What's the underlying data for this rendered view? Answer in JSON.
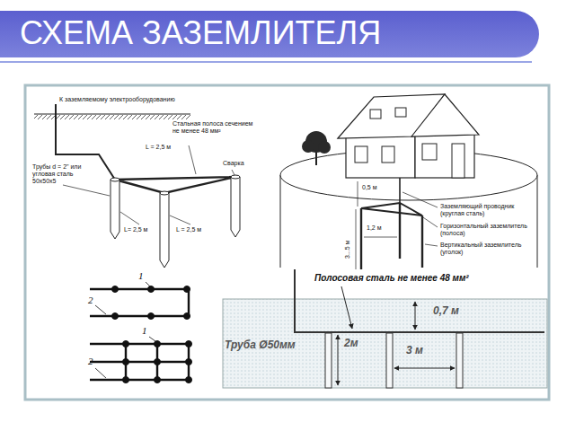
{
  "diagram": {
    "title": "СХЕМА ЗАЗЕМЛИТЕЛЯ",
    "labels": [
      "К заземляемому электрооборудованию",
      "Стальная полоса сечением не менее 48 мм²",
      "L = 2,5 м",
      "Сварка",
      "Трубы d = 2\" или угловая сталь 50х50х5",
      "L= 2,5 м",
      "L = 2,5 м",
      "0,5 м",
      "3...5 м",
      "1,2 м",
      "Заземляющий проводник (круглая сталь)",
      "Горизонтальный заземлитель (полоса)",
      "Вертикальный заземлитель (уголок)",
      "1",
      "2",
      "1",
      "2",
      "Полосовая сталь  не менее 48 мм²",
      "0,7 м",
      "Труба Ø50мм",
      "2м",
      "3 м"
    ]
  }
}
